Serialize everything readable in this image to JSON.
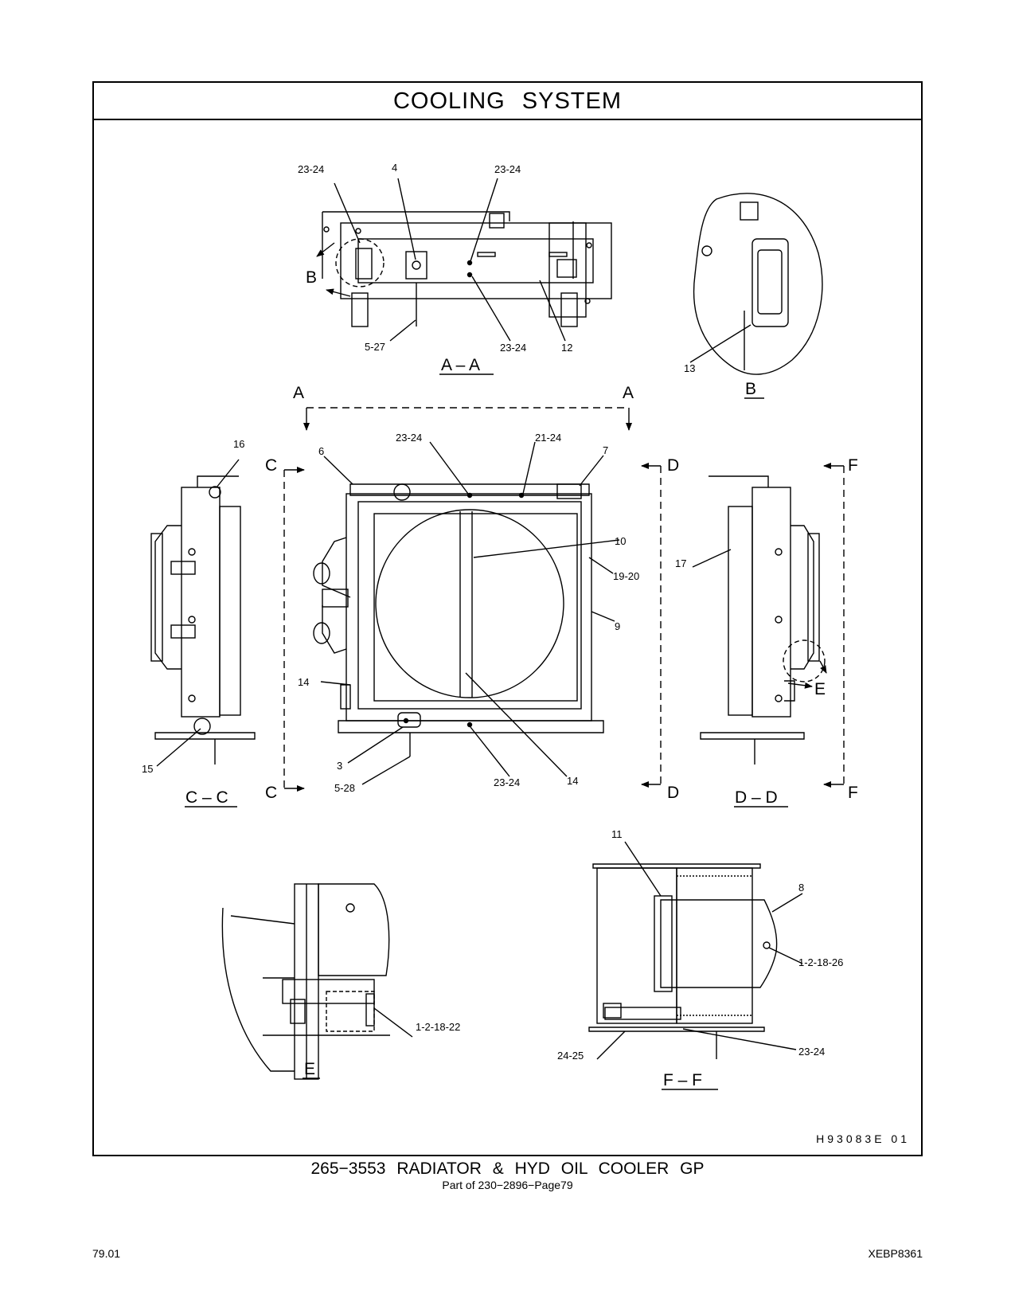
{
  "header": {
    "title": "COOLING SYSTEM"
  },
  "views": {
    "aa": "A – A",
    "b": "B",
    "cc": "C – C",
    "dd": "D – D",
    "e": "E",
    "ff": "F – F"
  },
  "section_markers": {
    "a": "A",
    "b": "B",
    "c": "C",
    "d": "D",
    "e": "E",
    "f": "F"
  },
  "callouts": {
    "aa_23_24_left": "23-24",
    "aa_4": "4",
    "aa_23_24_right": "23-24",
    "aa_5_27": "5-27",
    "aa_23_24_bottom": "23-24",
    "aa_12": "12",
    "b_13": "13",
    "main_23_24_top": "23-24",
    "main_21_24": "21-24",
    "main_6": "6",
    "main_7": "7",
    "main_10": "10",
    "main_19_20": "19-20",
    "main_9": "9",
    "main_14_left": "14",
    "main_3": "3",
    "main_5_28": "5-28",
    "main_23_24_bottom": "23-24",
    "main_14_bottom": "14",
    "cc_16": "16",
    "cc_15": "15",
    "dd_17": "17",
    "e_1_2_18_22": "1-2-18-22",
    "ff_11": "11",
    "ff_8": "8",
    "ff_1_2_18_26": "1-2-18-26",
    "ff_24_25": "24-25",
    "ff_23_24": "23-24"
  },
  "drawing_code": "H93083E  01",
  "footer": {
    "title": "265−3553 RADIATOR & HYD OIL COOLER GP",
    "subtitle": "Part of 230−2896−Page79",
    "page_number": "79.01",
    "doc_code": "XEBP8361"
  }
}
